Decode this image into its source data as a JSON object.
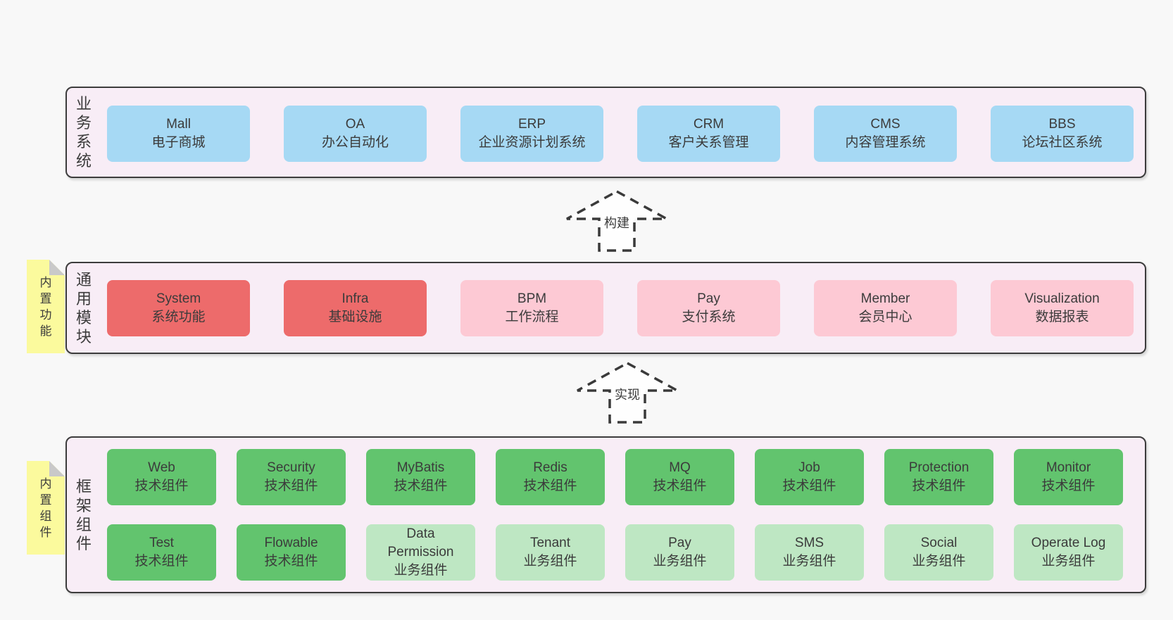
{
  "layers": [
    {
      "side_label": "业务系统",
      "boxes": [
        {
          "name": "Mall",
          "label": "电子商城"
        },
        {
          "name": "OA",
          "label": "办公自动化"
        },
        {
          "name": "ERP",
          "label": "企业资源计划系统"
        },
        {
          "name": "CRM",
          "label": "客户关系管理"
        },
        {
          "name": "CMS",
          "label": "内容管理系统"
        },
        {
          "name": "BBS",
          "label": "论坛社区系统"
        }
      ]
    },
    {
      "side_label": "通用模块",
      "tab_label": "内置功能",
      "boxes": [
        {
          "name": "System",
          "label": "系统功能"
        },
        {
          "name": "Infra",
          "label": "基础设施"
        },
        {
          "name": "BPM",
          "label": "工作流程"
        },
        {
          "name": "Pay",
          "label": "支付系统"
        },
        {
          "name": "Member",
          "label": "会员中心"
        },
        {
          "name": "Visualization",
          "label": "数据报表"
        }
      ]
    },
    {
      "side_label": "框架组件",
      "tab_label": "内置组件",
      "rows": [
        [
          {
            "name": "Web",
            "label": "技术组件"
          },
          {
            "name": "Security",
            "label": "技术组件"
          },
          {
            "name": "MyBatis",
            "label": "技术组件"
          },
          {
            "name": "Redis",
            "label": "技术组件"
          },
          {
            "name": "MQ",
            "label": "技术组件"
          },
          {
            "name": "Job",
            "label": "技术组件"
          },
          {
            "name": "Protection",
            "label": "技术组件"
          },
          {
            "name": "Monitor",
            "label": "技术组件"
          }
        ],
        [
          {
            "name": "Test",
            "label": "技术组件"
          },
          {
            "name": "Flowable",
            "label": "技术组件"
          },
          {
            "name": "Data Permission",
            "label": "业务组件"
          },
          {
            "name": "Tenant",
            "label": "业务组件"
          },
          {
            "name": "Pay",
            "label": "业务组件"
          },
          {
            "name": "SMS",
            "label": "业务组件"
          },
          {
            "name": "Social",
            "label": "业务组件"
          },
          {
            "name": "Operate Log",
            "label": "业务组件"
          }
        ]
      ]
    }
  ],
  "arrows": [
    {
      "label": "构建"
    },
    {
      "label": "实现"
    }
  ],
  "colors": {
    "page_background": "#f8f8f8",
    "layer_background": "#f8edf6",
    "layer_border": "#3c3c3c",
    "business_box": "#a6d9f4",
    "core_module_box": "#ed6b6b",
    "optional_module_box": "#fdc9d4",
    "tech_component_box": "#62c46e",
    "biz_component_box": "#bee7c3",
    "sticky_tab": "#fbfa9d",
    "fold_corner": "#c9c9c9",
    "text": "#3b3b3b"
  }
}
